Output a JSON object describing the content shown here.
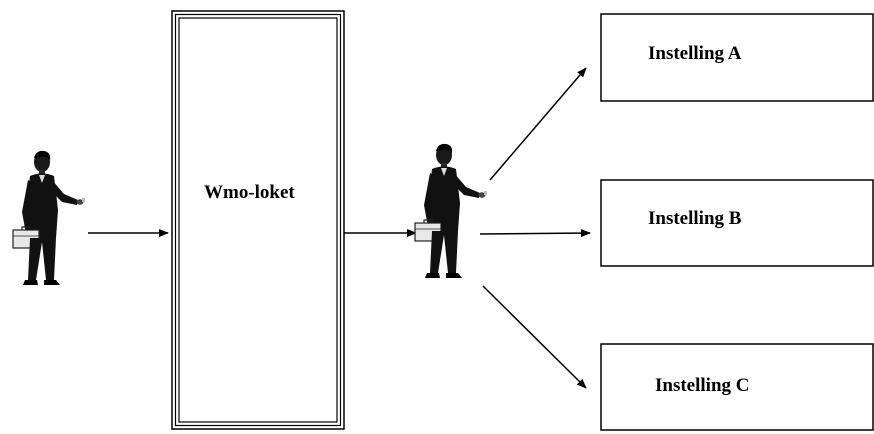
{
  "diagram": {
    "counter": {
      "label": "Wmo-loket"
    },
    "institutions": [
      {
        "label": "Instelling A"
      },
      {
        "label": "Instelling B"
      },
      {
        "label": "Instelling C"
      }
    ],
    "figures": [
      {
        "icon": "businessman-with-briefcase-icon"
      },
      {
        "icon": "businessman-with-briefcase-icon"
      }
    ],
    "colors": {
      "stroke": "#000000",
      "figure": "#111111",
      "background": "#ffffff"
    }
  }
}
